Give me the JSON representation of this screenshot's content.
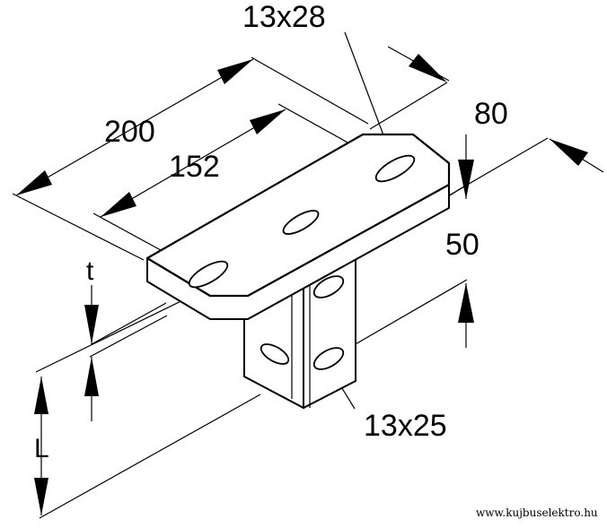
{
  "dimensions": {
    "length_top": "200",
    "hole_spacing": "152",
    "width": "80",
    "post_width": "50",
    "thickness": "t",
    "length_post": "L",
    "slot_plate": "13x28",
    "slot_post": "13x25"
  },
  "watermark": "www.kujbuselektro.hu",
  "colors": {
    "line": "#000000",
    "background": "#ffffff",
    "shade": "#e8e8e8"
  }
}
